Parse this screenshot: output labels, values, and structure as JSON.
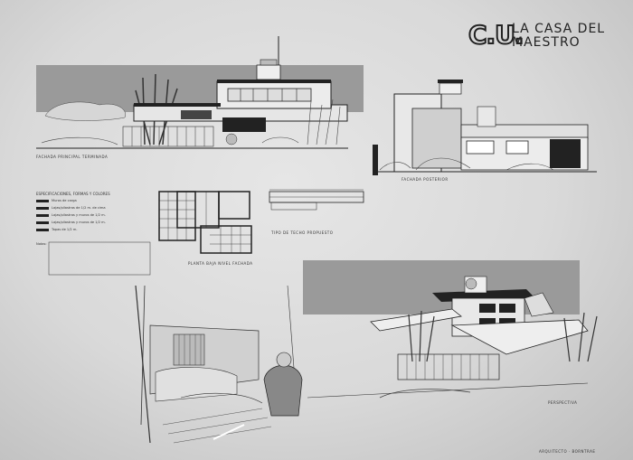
{
  "title": {
    "initials": "C.U.",
    "line1": "LA CASA DEL",
    "line2": "MAESTRO"
  },
  "captions": {
    "front_elevation": "FACHADA PRINCIPAL TERMINADA",
    "rear_elevation": "FACHADA POSTERIOR",
    "floor_plan": "PLANTA BAJA NIVEL FACHADA",
    "roof_detail": "TIPO DE TECHO PROPUESTO",
    "perspective": "PERSPECTIVA",
    "signature": "ARQUITECTO · BORNTRAE"
  },
  "legend": {
    "title": "ESPECIFICACIONES, FORMAS Y COLORES",
    "rows": [
      "Muros de carga",
      "Lajas/pilastras de 1/2 m. de cima",
      "Lajas/pilastras y muros de 1/2 m.",
      "Lajas/pilastras y muros de 1/2 m.",
      "Tapas de 1/2 m."
    ],
    "label_side": "Notas:"
  },
  "colors": {
    "sheet": "#dcdcdc",
    "ink": "#222222",
    "sky": "#9a9a9a",
    "frame": "#1c1c1c"
  }
}
